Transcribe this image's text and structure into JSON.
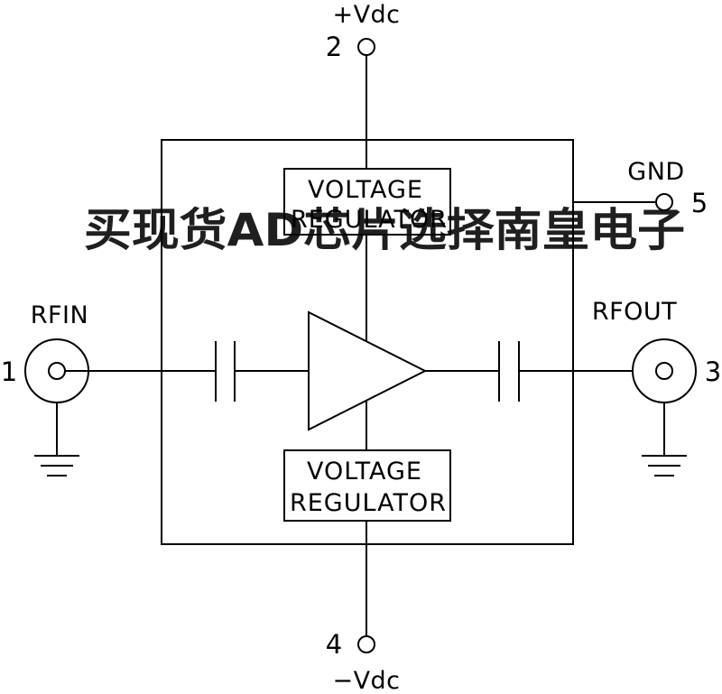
{
  "rails": {
    "positive": {
      "label": "+Vdc",
      "pin": "2"
    },
    "negative": {
      "label": "−Vdc",
      "pin": "4"
    }
  },
  "ground_pin": {
    "label": "GND",
    "pin": "5"
  },
  "rf_input": {
    "label": "RFIN",
    "pin": "1"
  },
  "rf_output": {
    "label": "RFOUT",
    "pin": "3"
  },
  "regulator_top": {
    "line1": "VOLTAGE",
    "line2": "REGULATOR"
  },
  "regulator_bottom": {
    "line1": "VOLTAGE",
    "line2": "REGULATOR"
  },
  "watermark": {
    "text": "买现货AD芯片选择南皇电子",
    "color": "#f07070"
  },
  "colors": {
    "line": "#000000",
    "background": "#ffffff"
  }
}
